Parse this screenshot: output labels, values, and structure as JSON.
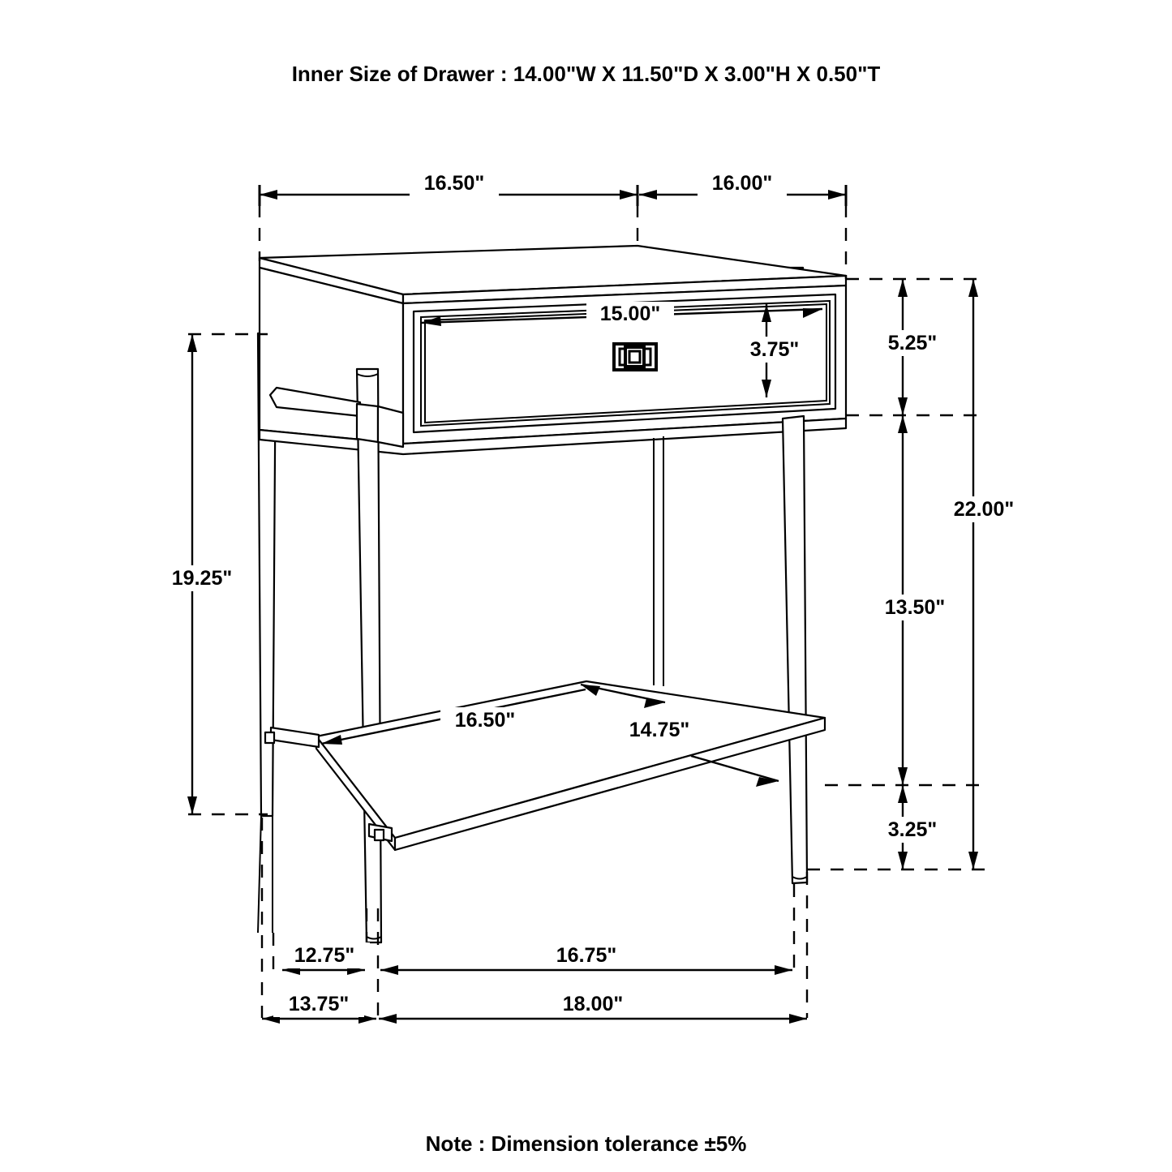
{
  "document": {
    "title": "Inner Size of Drawer : 14.00\"W X 11.50\"D X 3.00\"H X 0.50\"T",
    "note": "Note : Dimension tolerance ±5%",
    "line_color": "#000000",
    "background_color": "#ffffff"
  },
  "dimensions": {
    "top_width_front": "16.50\"",
    "top_depth_side": "16.00\"",
    "drawer_face_width": "15.00\"",
    "drawer_face_height": "3.75\"",
    "drawer_section_height": "5.25\"",
    "open_section_height": "13.50\"",
    "below_shelf_height": "3.25\"",
    "overall_height": "22.00\"",
    "leg_height_side": "19.25\"",
    "shelf_width": "16.50\"",
    "shelf_depth": "14.75\"",
    "base_left_offset": "12.75\"",
    "base_front_width": "16.75\"",
    "base_left_offset_outer": "13.75\"",
    "base_overall_width": "18.00\""
  },
  "parts": {
    "cabinet": "cabinet-body",
    "drawer": "drawer-front",
    "handle": "drawer-handle",
    "shelf": "lower-shelf",
    "legs": "metal-leg-frame"
  }
}
